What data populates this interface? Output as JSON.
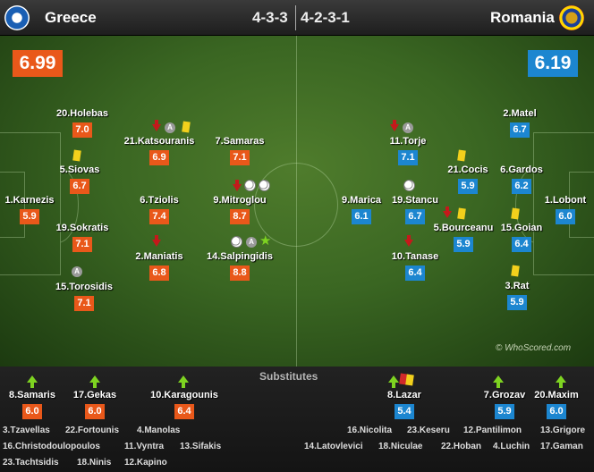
{
  "header": {
    "home_team": "Greece",
    "away_team": "Romania",
    "home_formation": "4-3-3",
    "away_formation": "4-2-3-1"
  },
  "ratings": {
    "home": "6.99",
    "away": "6.19"
  },
  "home_players": [
    {
      "name": "20.Holebas",
      "rating": "7.0"
    },
    {
      "name": "21.Katsouranis",
      "rating": "6.9"
    },
    {
      "name": "7.Samaras",
      "rating": "7.1"
    },
    {
      "name": "5.Siovas",
      "rating": "6.7"
    },
    {
      "name": "1.Karnezis",
      "rating": "5.9"
    },
    {
      "name": "6.Tziolis",
      "rating": "7.4"
    },
    {
      "name": "9.Mitroglou",
      "rating": "8.7"
    },
    {
      "name": "19.Sokratis",
      "rating": "7.1"
    },
    {
      "name": "2.Maniatis",
      "rating": "6.8"
    },
    {
      "name": "14.Salpingidis",
      "rating": "8.8"
    },
    {
      "name": "15.Torosidis",
      "rating": "7.1"
    }
  ],
  "away_players": [
    {
      "name": "11.Torje",
      "rating": "7.1"
    },
    {
      "name": "2.Matel",
      "rating": "6.7"
    },
    {
      "name": "21.Cocis",
      "rating": "5.9"
    },
    {
      "name": "6.Gardos",
      "rating": "6.2"
    },
    {
      "name": "9.Marica",
      "rating": "6.1"
    },
    {
      "name": "19.Stancu",
      "rating": "6.7"
    },
    {
      "name": "1.Lobont",
      "rating": "6.0"
    },
    {
      "name": "5.Bourceanu",
      "rating": "5.9"
    },
    {
      "name": "15.Goian",
      "rating": "6.4"
    },
    {
      "name": "10.Tanase",
      "rating": "6.4"
    },
    {
      "name": "3.Rat",
      "rating": "5.9"
    }
  ],
  "icons": {
    "assist_letter": "A",
    "man_of_match": "★",
    "sub_in": "arrow-up-icon",
    "sub_out": "arrow-down-icon",
    "yellow": "yellow-card-icon",
    "red": "red-card-icon",
    "goal": "ball-icon"
  },
  "watermark": "© WhoScored.com",
  "subs": {
    "title": "Substitutes",
    "home_used": [
      {
        "name": "8.Samaris",
        "rating": "6.0"
      },
      {
        "name": "17.Gekas",
        "rating": "6.0"
      },
      {
        "name": "10.Karagounis",
        "rating": "6.4"
      }
    ],
    "away_used": [
      {
        "name": "8.Lazar",
        "rating": "5.4"
      },
      {
        "name": "7.Grozav",
        "rating": "5.9"
      },
      {
        "name": "20.Maxim",
        "rating": "6.0"
      }
    ],
    "home_unused": [
      [
        "3.Tzavellas",
        "22.Fortounis",
        "4.Manolas"
      ],
      [
        "16.Christodoulopoulos",
        "11.Vyntra",
        "13.Sifakis"
      ],
      [
        "23.Tachtsidis",
        "18.Ninis",
        "12.Kapino"
      ]
    ],
    "away_unused": [
      [
        "16.Nicolita",
        "23.Keseru",
        "12.Pantilimon",
        "13.Grigore"
      ],
      [
        "14.Latovlevici",
        "18.Niculae",
        "22.Hoban",
        "4.Luchin",
        "17.Gaman"
      ]
    ]
  },
  "colors": {
    "home": "#e9581a",
    "away": "#1c86d0",
    "pitch": "#3a6622",
    "yellow_card": "#f2d01c",
    "sub_in": "#7ed321"
  }
}
